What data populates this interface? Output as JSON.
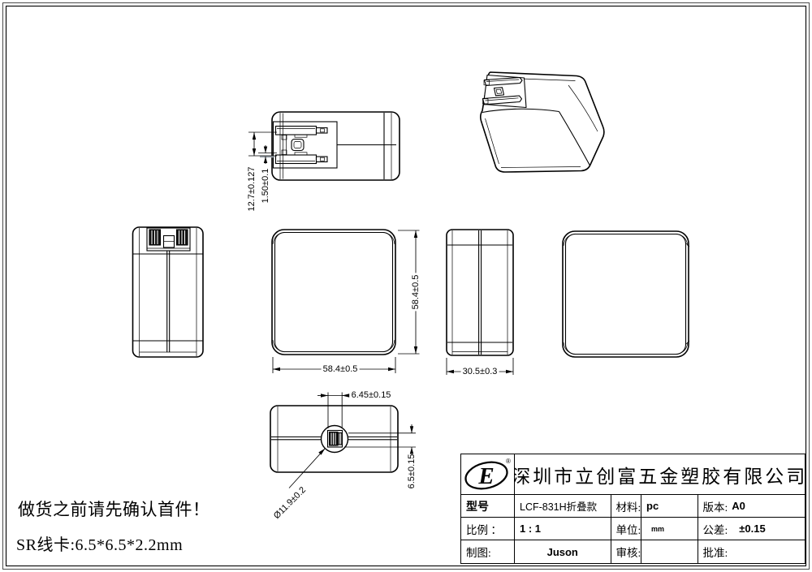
{
  "sheet": {
    "notes": {
      "line1": "做货之前请先确认首件！",
      "line2": "SR线卡:6.5*6.5*2.2mm"
    },
    "colors": {
      "line": "#000000",
      "background": "#ffffff",
      "highlight_line": "#9fa8b0"
    }
  },
  "dimensions": {
    "top_view": {
      "prong_span": "12.7±0.127",
      "prong_thickness": "1.50±0.1"
    },
    "front_view": {
      "width": "58.4±0.5",
      "height": "58.4±0.5"
    },
    "side_view": {
      "depth": "30.5±0.3"
    },
    "bottom_view": {
      "port_width": "6.45±0.15",
      "port_height": "6.5±0.15",
      "boss_diameter": "Ø11.9±0.2"
    }
  },
  "title_block": {
    "company": "深圳市立创富五金塑胶有限公司",
    "logo": {
      "text": "E",
      "registered_mark": "®"
    },
    "model_label": "型号",
    "model_value": "LCF-831H折叠款",
    "material_label": "材料:",
    "material_value": "pc",
    "version_label": "版本:",
    "version_value": "A0",
    "scale_label": "比例 ：",
    "scale_value": "1 : 1",
    "unit_label": "单位:",
    "unit_value": "mm",
    "tolerance_label": "公差:",
    "tolerance_value": "±0.15",
    "drawn_label": "制图:",
    "drawn_value": "Juson",
    "check_label": "审核:",
    "check_value": "",
    "approve_label": "批准:",
    "approve_value": ""
  }
}
